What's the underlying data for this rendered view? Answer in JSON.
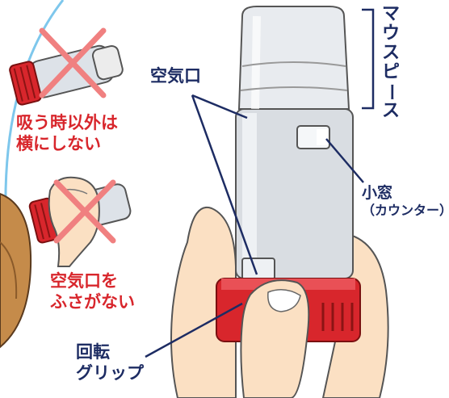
{
  "warnings": {
    "tilt_line1": "吸う時以外は",
    "tilt_line2": "横にしない",
    "cover_line1": "空気口を",
    "cover_line2": "ふさがない"
  },
  "parts": {
    "air_vent": "空気口",
    "mouthpiece": "マウスピース",
    "window_line1": "小窓",
    "window_line2": "（カウンター）",
    "grip_line1": "回転",
    "grip_line2": "グリップ"
  },
  "colors": {
    "warning_text": "#d8262c",
    "part_text": "#1d2c63",
    "grip_red": "#d8262c",
    "cross_red": "#f08080",
    "body_grey": "#d9dde2",
    "hand_skin": "#fbe0c3",
    "hair_brown": "#c58b4a",
    "background_stroke": "#7ec7ec"
  }
}
